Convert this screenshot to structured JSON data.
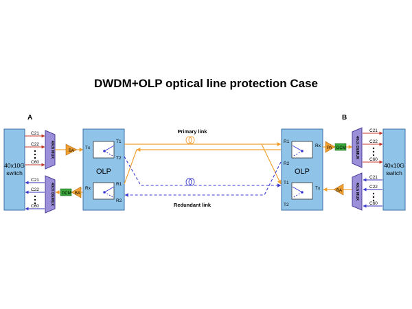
{
  "title": "DWDM+OLP optical line protection Case",
  "sites": {
    "a": "A",
    "b": "B"
  },
  "switch_label": [
    "40x10G",
    "switch"
  ],
  "mux_label": "40ch MUX",
  "demux_label": "40ch DEMUX",
  "olp_label": "OLP",
  "amp_ba": "BA",
  "amp_pa": "PA",
  "dcm_label": "DCM",
  "channels": [
    "C21",
    "C22",
    "C60"
  ],
  "ellipsis": "•\n•\n•",
  "ports": {
    "tx": "Tx",
    "rx": "Rx",
    "t1": "T1",
    "t2": "T2",
    "r1": "R1",
    "r2": "R2"
  },
  "links": {
    "primary": "Primary link",
    "redundant": "Redundant link"
  },
  "colors": {
    "box_fill": "#8fc3e8",
    "box_stroke": "#3a6fa8",
    "mux_fill": "#9a8fd8",
    "amp_fill": "#f0a030",
    "dcm_fill": "#3aa63a",
    "primary": "#f0a030",
    "redundant": "#3a3ad0",
    "channel_in": "#c0392b",
    "channel_out": "#2d2db0"
  }
}
